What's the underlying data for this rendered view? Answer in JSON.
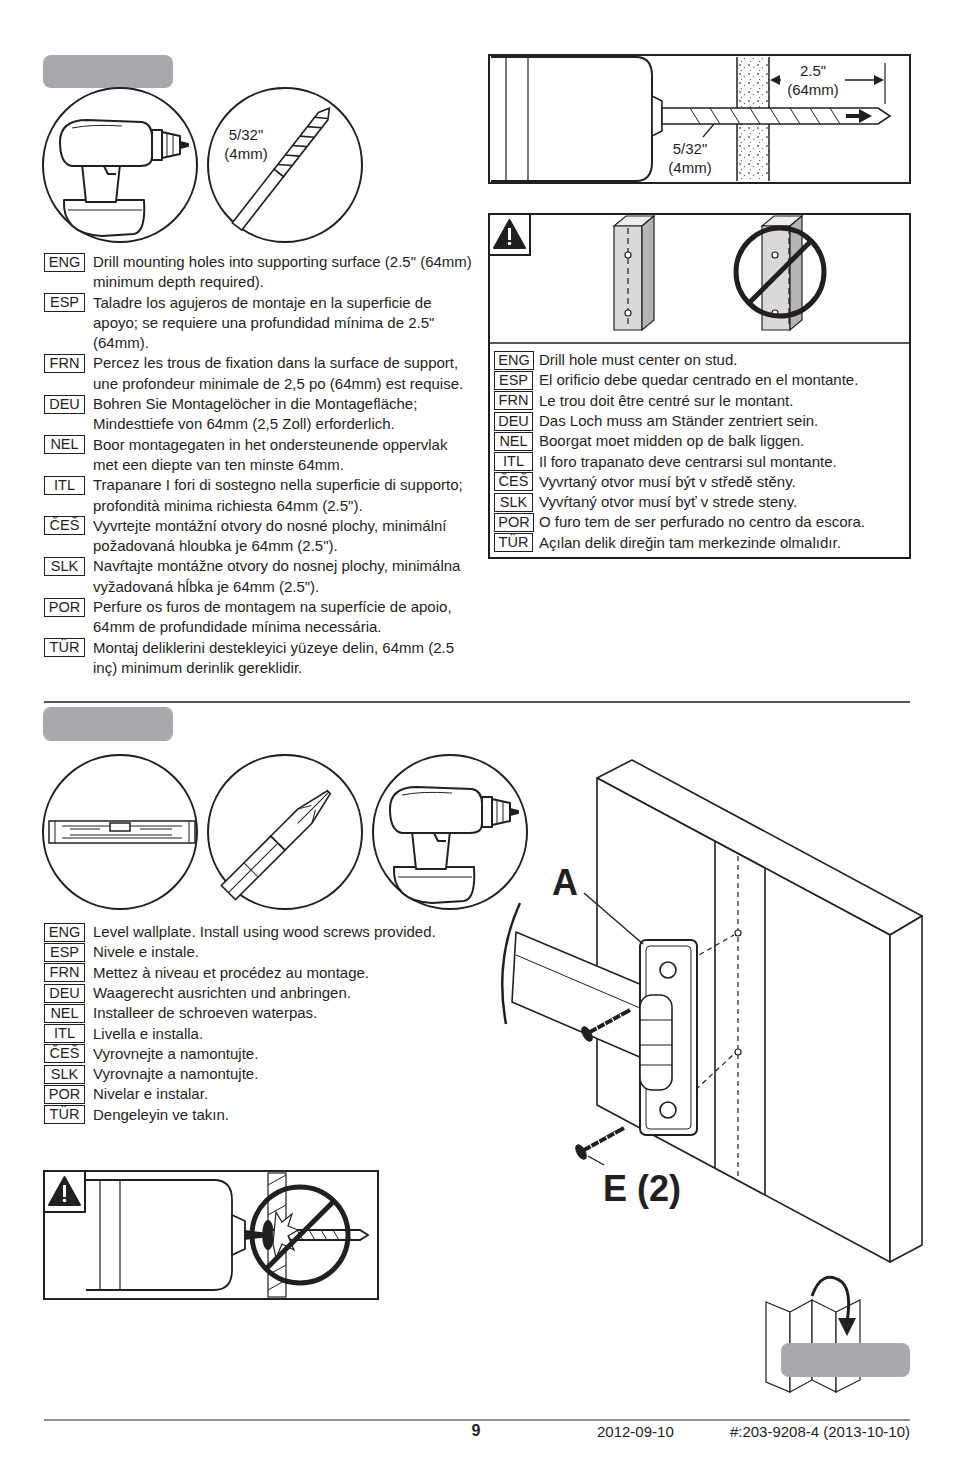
{
  "diagram": {
    "nodes": [
      {
        "text": [
          "ENG"
        ]
      },
      {
        "text": [
          "ESP"
        ]
      },
      {
        "text": [
          "FRN"
        ]
      },
      {
        "text": [
          "DEU"
        ]
      },
      {
        "text": [
          "NEL"
        ]
      },
      {
        "text": [
          "ITL"
        ]
      },
      {
        "text": [
          "ČEŠ"
        ]
      },
      {
        "text": [
          "SLK"
        ]
      },
      {
        "text": [
          "POR"
        ]
      },
      {
        "text": [
          "TÜR"
        ]
      },
      {
        "text": [
          "ENG"
        ]
      },
      {
        "text": [
          "ESP"
        ]
      },
      {
        "text": [
          "FRN"
        ]
      },
      {
        "text": [
          "DEU"
        ]
      },
      {
        "text": [
          "NEL"
        ]
      },
      {
        "text": [
          "ITL"
        ]
      },
      {
        "text": [
          "ČEŠ"
        ]
      },
      {
        "text": [
          "SLK"
        ]
      },
      {
        "text": [
          "POR"
        ]
      },
      {
        "text": [
          "TÜR"
        ]
      },
      {
        "text": [
          "ENG"
        ]
      },
      {
        "text": [
          "ESP"
        ]
      },
      {
        "text": [
          "FRN"
        ]
      },
      {
        "text": [
          "DEU"
        ]
      },
      {
        "text": [
          "NEL"
        ]
      },
      {
        "text": [
          "ITL"
        ]
      },
      {
        "text": [
          "ČEŠ"
        ]
      },
      {
        "text": [
          "SLK"
        ]
      },
      {
        "text": [
          "POR"
        ]
      },
      {
        "text": [
          "TÜR"
        ]
      }
    ],
    "labels": [
      "5/32\" (4mm)",
      "2.5\" (64mm)",
      "5/32\" (4mm)",
      "Drill mounting holes into supporting surface (2.5\" (64mm) minimum depth required).",
      "Taladre los agujeros de montaje en la superficie de apoyo; se requiere una profundidad mínima de 2.5\" (64mm).",
      "Percez les trous de fixation dans la surface de support, une profondeur minimale de 2,5 po (64mm) est requise.",
      "Bohren Sie Montagelöcher in die Montagefläche; Mindesttiefe von 64mm (2,5 Zoll) erforderlich.",
      "Boor montagegaten in het ondersteunende oppervlak met een diepte van ten minste 64mm.",
      "Trapanare I fori di sostegno nella superficie di supporto; profondità minima richiesta 64mm (2.5\").",
      "Vyvrtejte montážní otvory do nosné plochy, minimální požadovaná hloubka je 64mm (2.5\").",
      "Navŕtajte montážne otvory do nosnej plochy, minimálna vyžadovaná hĺbka je 64mm (2.5\").",
      "Perfure os furos de montagem na superfície de apoio, 64mm de profundidade mínima necessária.",
      "Montaj deliklerini destekleyici yüzeye delin, 64mm (2.5 inç) minimum derinlik gereklidir.",
      "Drill hole must center on stud.",
      "El orificio debe quedar centrado en el montante.",
      "Le trou doit être centré sur le montant.",
      "Das Loch muss am Ständer zentriert sein.",
      "Boorgat moet midden op de balk liggen.",
      "Il foro trapanato deve centrarsi sul montante.",
      "Vyvrtaný otvor musí být v středě stěny.",
      "Vyvŕtaný otvor musí byť v strede steny.",
      "O furo tem de ser perfurado no centro da escora.",
      "Açılan delik direğin tam merkezinde olmalıdır.",
      "Level wallplate. Install using wood screws provided.",
      "Nivele e instale.",
      "Mettez à niveau et procédez au montage.",
      "Waagerecht ausrichten und anbringen.",
      "Installeer de schroeven waterpas.",
      "Livella e installa.",
      "Vyrovnejte a namontujte.",
      "Vyrovnajte a namontujte.",
      "Nivelar e instalar.",
      "Dengeleyin ve takın.",
      "A",
      "E (2)",
      "9",
      "2012-09-10",
      "#:203-9208-4 (2013-10-10)"
    ]
  }
}
